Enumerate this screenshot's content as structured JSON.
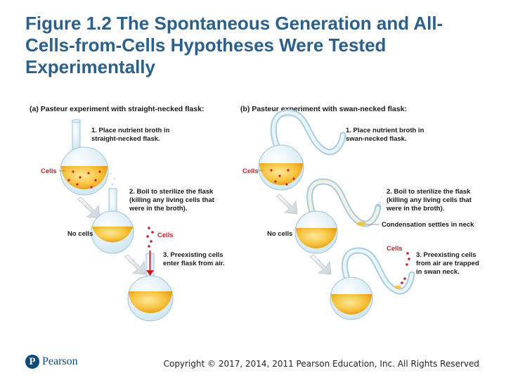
{
  "title": "Figure 1.2 The Spontaneous Generation and All-Cells-from-Cells Hypotheses Were Tested Experimentally",
  "panel_a": {
    "title": "(a) Pasteur experiment with straight-necked flask:",
    "step1": [
      "1. Place nutrient broth in",
      "straight-necked flask."
    ],
    "step2": [
      "2. Boil to sterilize the flask",
      "(killing any living cells that",
      "were in the broth)."
    ],
    "step3": [
      "3. Preexisting cells",
      "enter flask from air."
    ],
    "label_cells_1": "Cells",
    "label_no_cells": "No cells",
    "label_cells_2": "Cells"
  },
  "panel_b": {
    "title": "(b) Pasteur experiment with swan-necked flask:",
    "step1": [
      "1. Place nutrient broth in",
      "swan-necked flask."
    ],
    "step2": [
      "2. Boil to sterilize the flask",
      "(killing any living cells that",
      "were in the broth)."
    ],
    "step3": [
      "3. Preexisting cells",
      "from air are trapped",
      "in swan neck."
    ],
    "label_cells_1": "Cells",
    "label_no_cells": "No cells",
    "label_condensation": "Condensation settles in neck",
    "label_cells_2": "Cells"
  },
  "footer": {
    "publisher": "Pearson",
    "publisher_mark": "P",
    "copyright": "Copyright © 2017, 2014, 2011 Pearson Education, Inc. All Rights Reserved"
  },
  "colors": {
    "title": "#2b5f8c",
    "broth": "#f2b72a",
    "glass": "#d8ecf6",
    "arrow": "#e8eef2",
    "cells_red": "#c8202a"
  }
}
